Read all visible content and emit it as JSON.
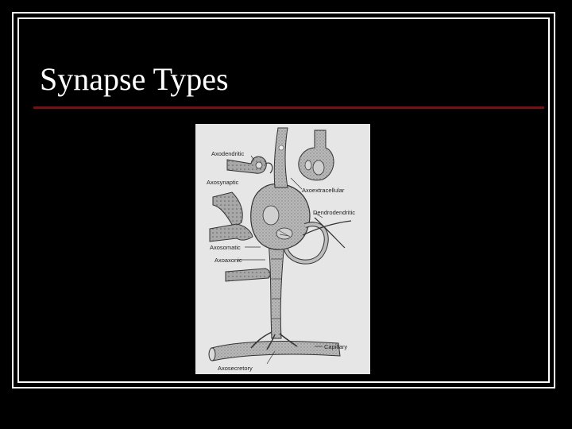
{
  "slide": {
    "title": "Synapse Types"
  },
  "colors": {
    "background": "#000000",
    "frame": "#ffffff",
    "title_rule": "#7a0f12",
    "figure_background": "#e6e6e6"
  },
  "figure": {
    "labels": {
      "axodendritic": "Axodendritic",
      "axosynaptic": "Axosynaptic",
      "axoextracellular": "Axoextracellular",
      "dendrodendritic": "Dendrodendritic",
      "axosomatic": "Axosomatic",
      "axoaxonic": "Axoaxonic",
      "capillary": "Capillary",
      "axosecretory": "Axosecretory"
    }
  }
}
